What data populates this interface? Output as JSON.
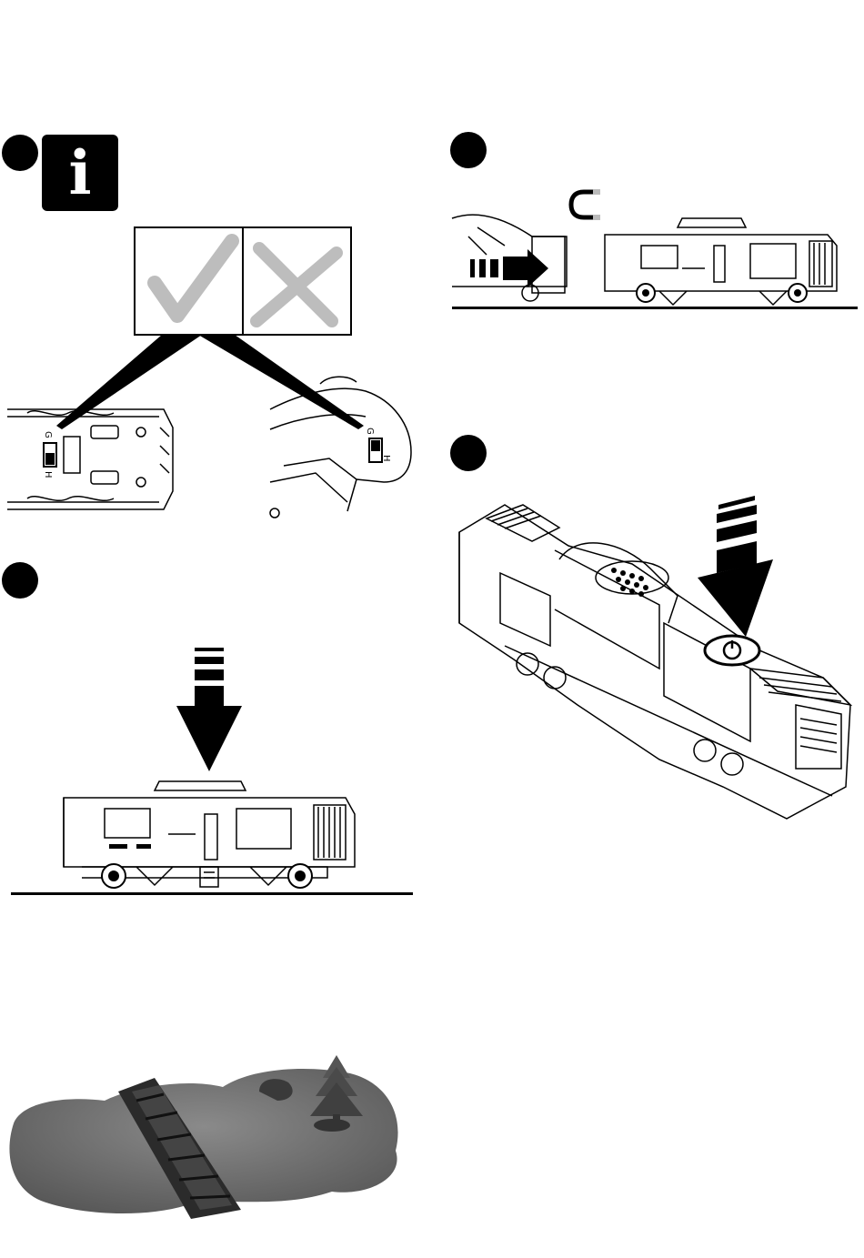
{
  "info_icon": {
    "glyph": "i",
    "icon": "info-icon"
  },
  "switch_labels": {
    "g": "G",
    "h": "H"
  },
  "colors": {
    "ink": "#000000",
    "check_gray": "#bdbdbd",
    "terrain": "#6e6e6e"
  }
}
